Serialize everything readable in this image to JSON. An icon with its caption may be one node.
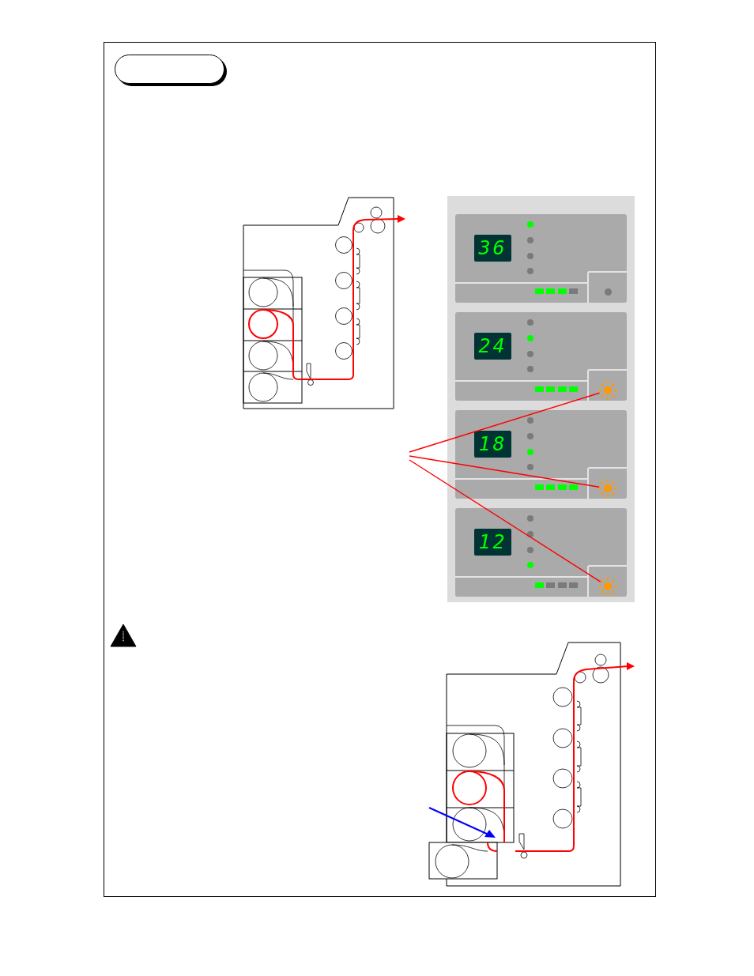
{
  "diagram": {
    "nodes": [
      {
        "text": [],
        "shape": "box"
      },
      {
        "text": [],
        "shape": "circle"
      },
      {
        "text": [],
        "shape": "circle"
      },
      {
        "text": [],
        "shape": "circle"
      }
    ],
    "edges": [
      {
        "from": null,
        "to": 1,
        "arrow": "none"
      },
      {
        "from": null,
        "to": 2,
        "arrow": "none"
      },
      {
        "from": null,
        "to": 3,
        "arrow": "none"
      }
    ],
    "labels": [
      "36",
      "24",
      "18",
      "12"
    ]
  }
}
